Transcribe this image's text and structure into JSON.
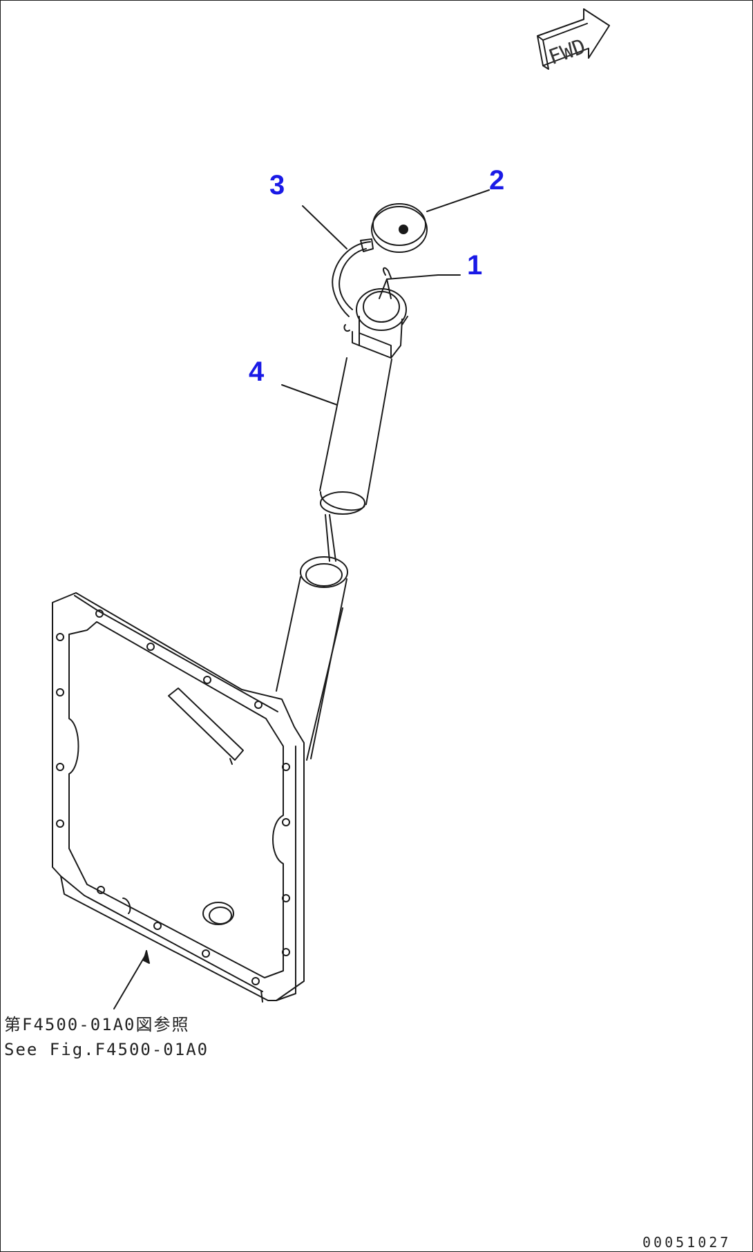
{
  "colors": {
    "callout": "#1a1ae6",
    "line": "#1a1a1a"
  },
  "direction_arrow": {
    "label": "FWD",
    "icon": "forward-arrow-icon"
  },
  "callouts": [
    {
      "number": "1",
      "part": "dipstick"
    },
    {
      "number": "2",
      "part": "cap"
    },
    {
      "number": "3",
      "part": "retaining-strap"
    },
    {
      "number": "4",
      "part": "filler-tube"
    }
  ],
  "reference_note": {
    "jp": "第F4500-01A0図参照",
    "en": "See Fig.F4500-01A0"
  },
  "drawing_code": "00051027"
}
